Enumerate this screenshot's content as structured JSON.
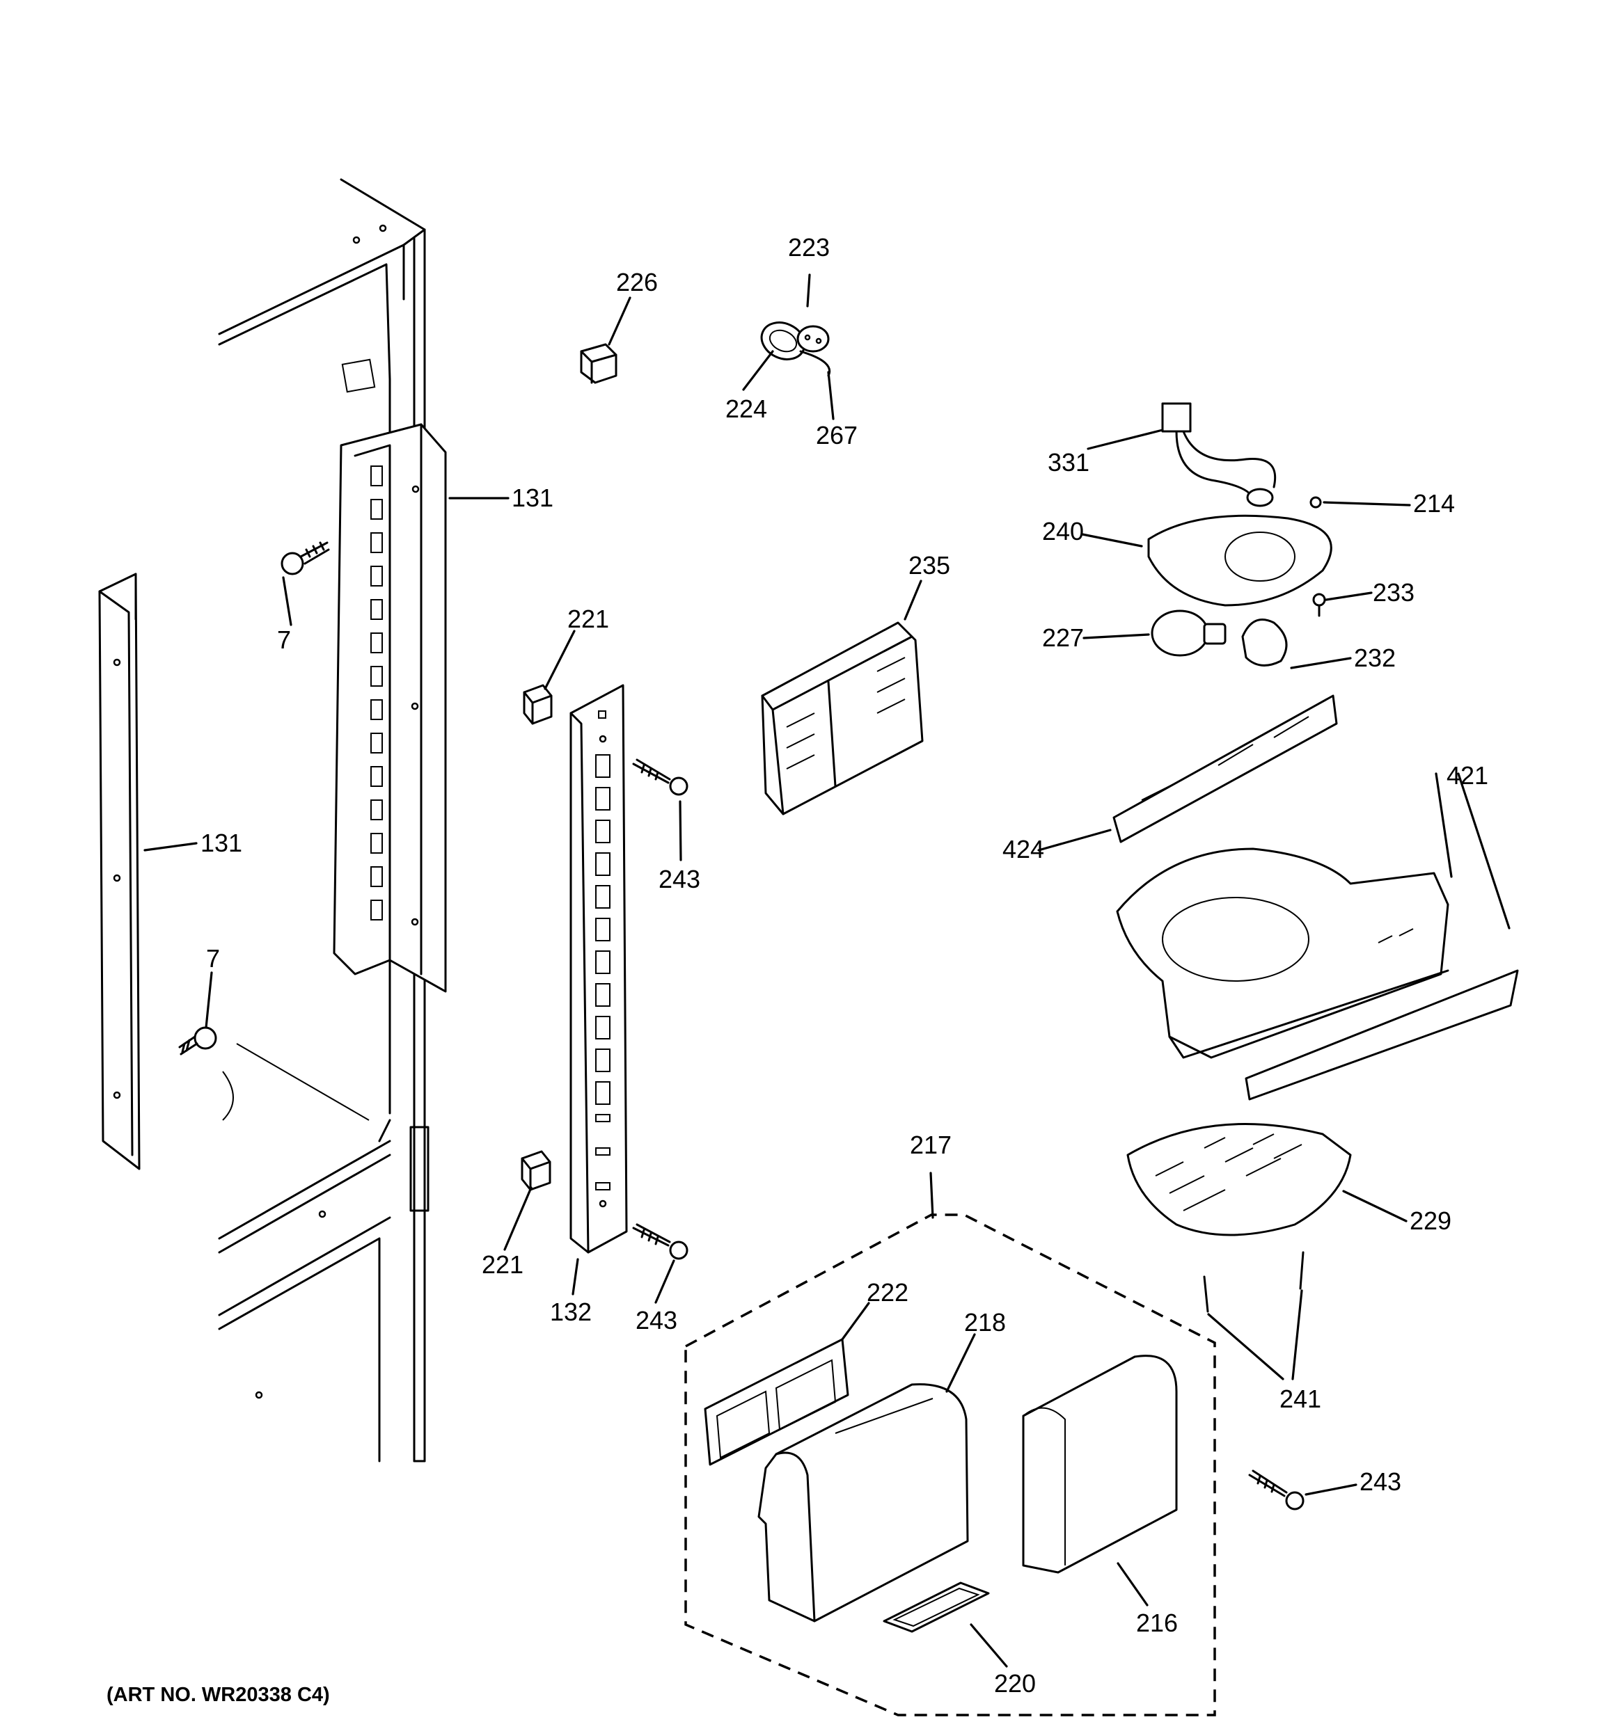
{
  "art_number": "(ART NO. WR20338 C4)",
  "callouts": {
    "p223": "223",
    "p226": "226",
    "p224": "224",
    "p267": "267",
    "p331": "331",
    "p214": "214",
    "p131_upper": "131",
    "p240": "240",
    "p235": "235",
    "p233": "233",
    "p7_upper": "7",
    "p221_upper": "221",
    "p227": "227",
    "p232": "232",
    "p421": "421",
    "p131_lower": "131",
    "p424": "424",
    "p243_upper": "243",
    "p7_lower": "7",
    "p217": "217",
    "p229": "229",
    "p221_lower": "221",
    "p132": "132",
    "p243_middle": "243",
    "p222": "222",
    "p218": "218",
    "p241": "241",
    "p243_lower": "243",
    "p216": "216",
    "p220": "220"
  }
}
